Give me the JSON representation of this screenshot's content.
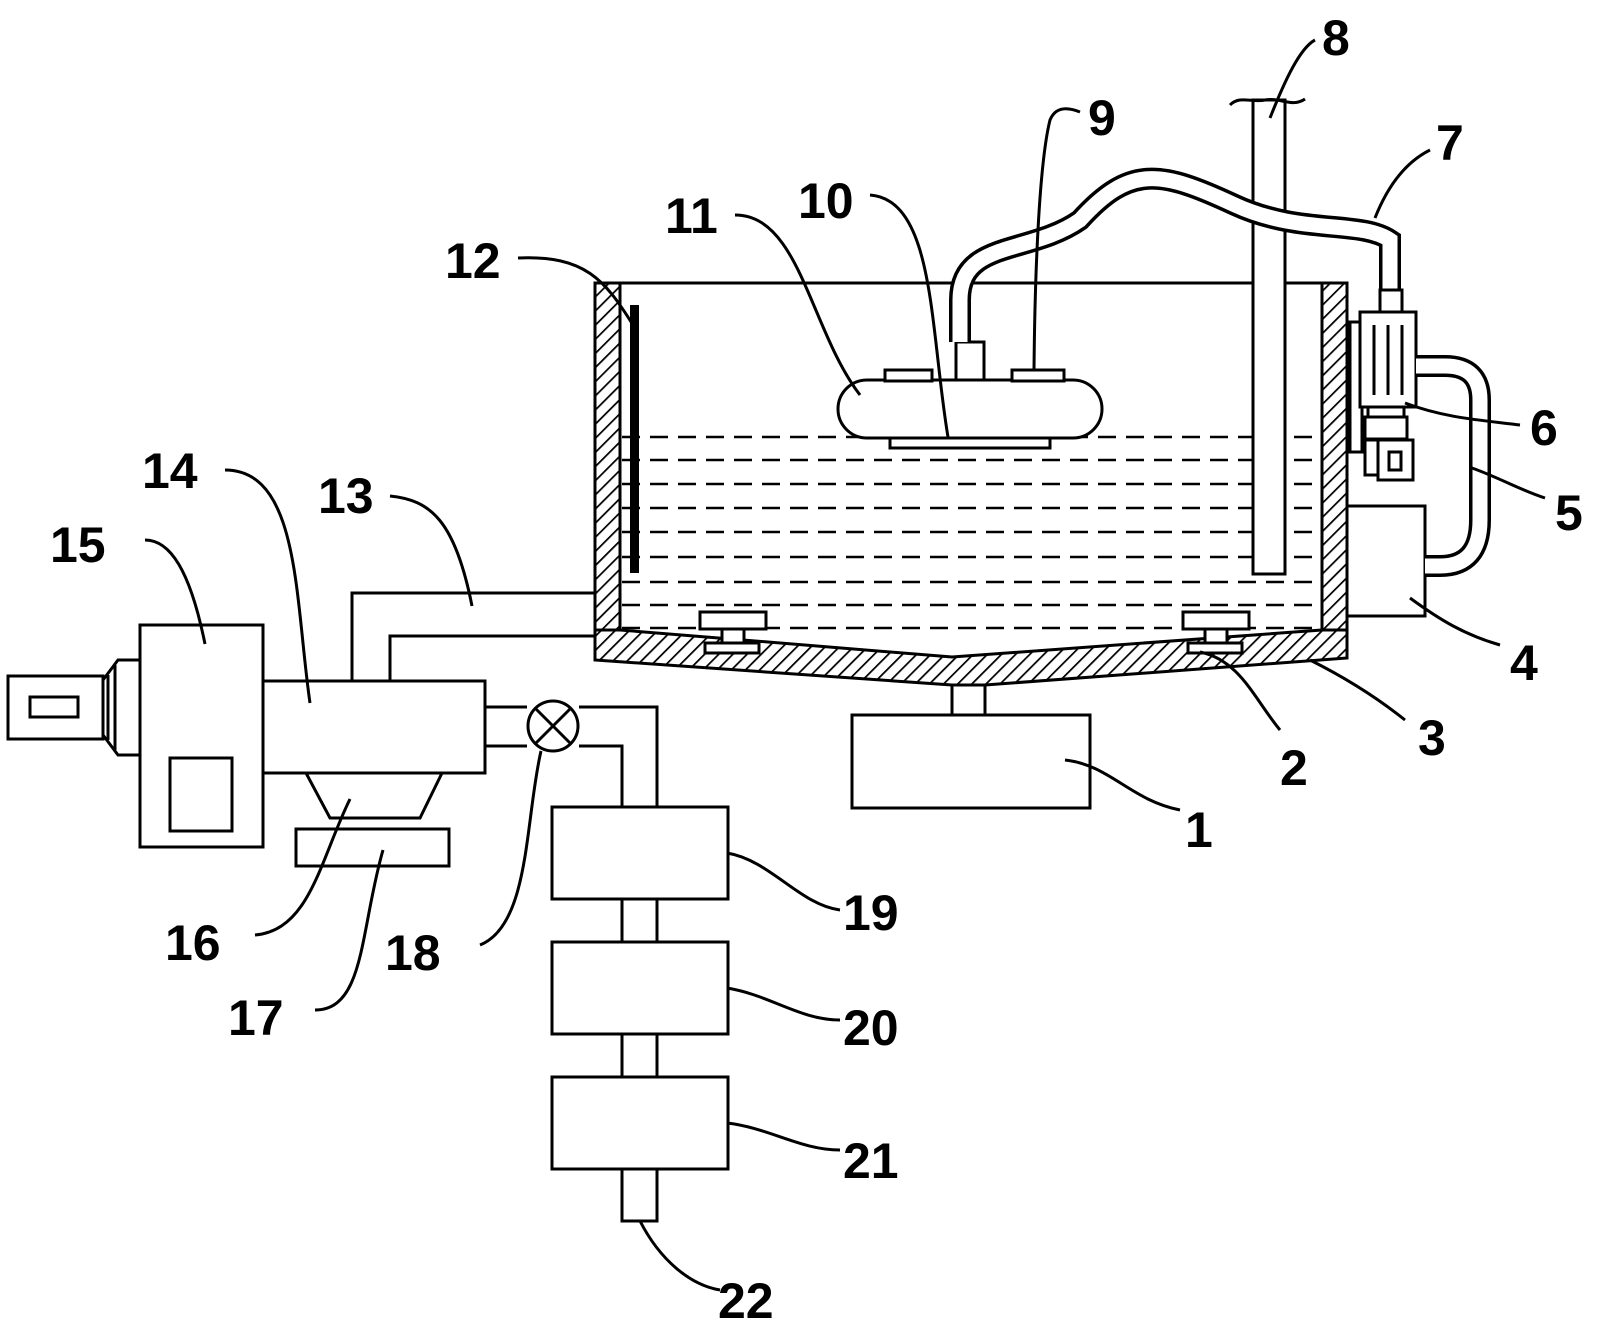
{
  "labels": {
    "n1": "1",
    "n2": "2",
    "n3": "3",
    "n4": "4",
    "n5": "5",
    "n6": "6",
    "n7": "7",
    "n8": "8",
    "n9": "9",
    "n10": "10",
    "n11": "11",
    "n12": "12",
    "n13": "13",
    "n14": "14",
    "n15": "15",
    "n16": "16",
    "n17": "17",
    "n18": "18",
    "n19": "19",
    "n20": "20",
    "n21": "21",
    "n22": "22"
  },
  "colors": {
    "line": "#000000",
    "background": "#ffffff"
  }
}
